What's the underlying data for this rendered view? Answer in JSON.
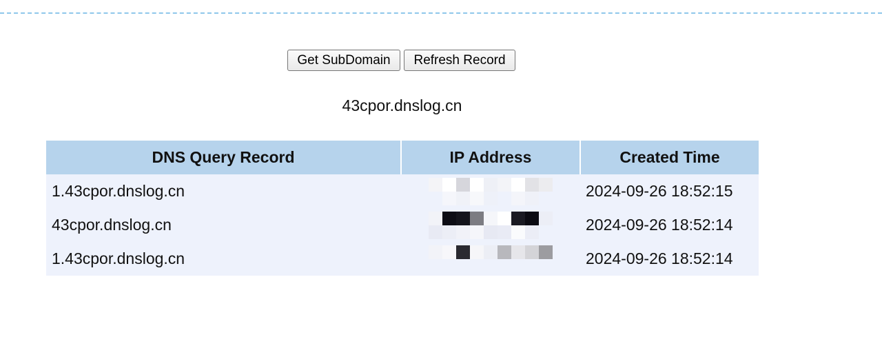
{
  "buttons": {
    "get_subdomain": "Get SubDomain",
    "refresh_record": "Refresh Record"
  },
  "subdomain": "43cpor.dnslog.cn",
  "table": {
    "headers": [
      "DNS Query Record",
      "IP Address",
      "Created Time"
    ],
    "rows": [
      {
        "query": "1.43cpor.dnslog.cn",
        "ip": "(pixelated)",
        "time": "2024-09-26 18:52:15"
      },
      {
        "query": "43cpor.dnslog.cn",
        "ip": "(pixelated)",
        "time": "2024-09-26 18:52:14"
      },
      {
        "query": "1.43cpor.dnslog.cn",
        "ip": "(pixelated)",
        "time": "2024-09-26 18:52:14"
      }
    ]
  },
  "colors": {
    "header_bg": "#b6d3ec",
    "row_bg": "#eef2fc",
    "dashed_line": "#8ec7ea"
  },
  "icons": {
    "ip_redaction": "pixelated-mosaic"
  }
}
